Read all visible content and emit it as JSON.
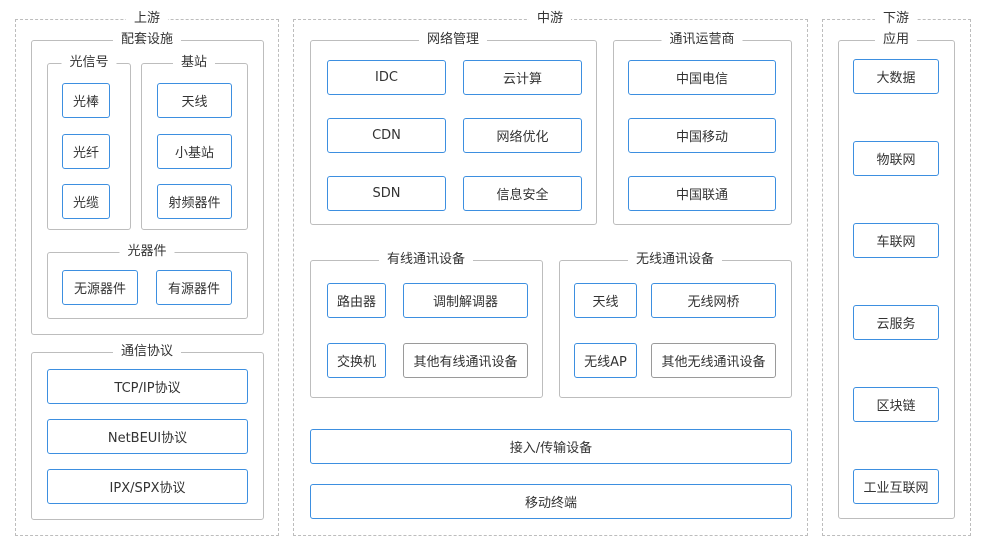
{
  "upstream": {
    "title": "上游",
    "facilities": {
      "title": "配套设施",
      "optical_signal": {
        "title": "光信号",
        "items": [
          "光棒",
          "光纤",
          "光缆"
        ]
      },
      "base_station": {
        "title": "基站",
        "items": [
          "天线",
          "小基站",
          "射频器件"
        ]
      },
      "optical_devices": {
        "title": "光器件",
        "items": [
          "无源器件",
          "有源器件"
        ]
      }
    },
    "protocols": {
      "title": "通信协议",
      "items": [
        "TCP/IP协议",
        "NetBEUI协议",
        "IPX/SPX协议"
      ]
    }
  },
  "midstream": {
    "title": "中游",
    "network_mgmt": {
      "title": "网络管理",
      "items": [
        "IDC",
        "云计算",
        "CDN",
        "网络优化",
        "SDN",
        "信息安全"
      ]
    },
    "operators": {
      "title": "通讯运营商",
      "items": [
        "中国电信",
        "中国移动",
        "中国联通"
      ]
    },
    "wired": {
      "title": "有线通讯设备",
      "items": [
        "路由器",
        "调制解调器",
        "交换机",
        "其他有线通讯设备"
      ]
    },
    "wireless": {
      "title": "无线通讯设备",
      "items": [
        "天线",
        "无线网桥",
        "无线AP",
        "其他无线通讯设备"
      ]
    },
    "access": "接入/传输设备",
    "terminal": "移动终端"
  },
  "downstream": {
    "title": "下游",
    "apps": {
      "title": "应用",
      "items": [
        "大数据",
        "物联网",
        "车联网",
        "云服务",
        "区块链",
        "工业互联网"
      ]
    }
  }
}
